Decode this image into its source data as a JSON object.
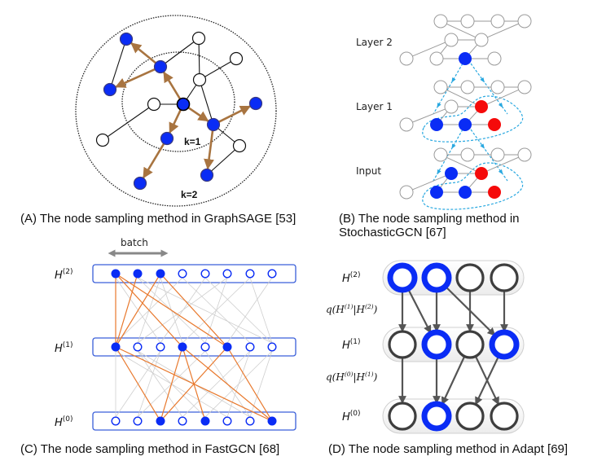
{
  "figure": {
    "panels": [
      {
        "id": "A",
        "caption": "(A) The node sampling method in GraphSAGE [53]",
        "hop_labels": [
          "k=1",
          "k=2"
        ],
        "nodes": [
          {
            "id": "a1",
            "sampled": true
          },
          {
            "id": "a2",
            "sampled": false
          },
          {
            "id": "a3",
            "sampled": false
          },
          {
            "id": "a4",
            "sampled": true
          },
          {
            "id": "a5",
            "sampled": false
          },
          {
            "id": "a6",
            "sampled": true
          },
          {
            "id": "a7",
            "sampled": false
          },
          {
            "id": "a8",
            "sampled": true,
            "target": true
          },
          {
            "id": "a9",
            "sampled": true
          },
          {
            "id": "a10",
            "sampled": true
          },
          {
            "id": "a11",
            "sampled": false
          },
          {
            "id": "a12",
            "sampled": true
          },
          {
            "id": "a13",
            "sampled": false
          },
          {
            "id": "a14",
            "sampled": true
          },
          {
            "id": "a15",
            "sampled": true
          }
        ],
        "edges": [
          [
            "a1",
            "a6"
          ],
          [
            "a4",
            "a2"
          ],
          [
            "a2",
            "a5"
          ],
          [
            "a5",
            "a3"
          ],
          [
            "a5",
            "a8"
          ],
          [
            "a5",
            "a10"
          ],
          [
            "a7",
            "a8"
          ],
          [
            "a7",
            "a11"
          ],
          [
            "a10",
            "a13"
          ],
          [
            "a13",
            "a14"
          ]
        ],
        "sampled_edges": [
          [
            "a8",
            "a4"
          ],
          [
            "a4",
            "a1"
          ],
          [
            "a4",
            "a6"
          ],
          [
            "a8",
            "a12"
          ],
          [
            "a12",
            "a15"
          ],
          [
            "a8",
            "a10"
          ],
          [
            "a10",
            "a9"
          ],
          [
            "a10",
            "a14"
          ]
        ]
      },
      {
        "id": "B",
        "caption_line1": "(B) The node sampling method in",
        "caption_line2": "StochasticGCN [67]",
        "layer_labels": [
          "Layer 2",
          "Layer 1",
          "Input"
        ],
        "layers": [
          {
            "name": "Layer 2",
            "nodes": {
              "b_top": [
                "none",
                "none",
                "none",
                "none"
              ],
              "b_mid": [
                "none",
                "none"
              ],
              "b_bot": [
                "none",
                "none",
                "target",
                "none"
              ]
            }
          },
          {
            "name": "Layer 1",
            "nodes": {
              "b_top": [
                "none",
                "none",
                "none",
                "none"
              ],
              "b_mid": [
                "none",
                "history"
              ],
              "b_bot": [
                "none",
                "sampled",
                "sampled",
                "history"
              ]
            }
          },
          {
            "name": "Input",
            "nodes": {
              "b_top": [
                "none",
                "none",
                "none",
                "none"
              ],
              "b_mid": [
                "sampled",
                "history"
              ],
              "b_bot": [
                "none",
                "sampled",
                "sampled",
                "history"
              ]
            }
          }
        ]
      },
      {
        "id": "C",
        "caption": "(C) The node sampling method in FastGCN [68]",
        "batch_label": "batch",
        "layer_labels": [
          {
            "base": "H",
            "sup": "(2)"
          },
          {
            "base": "H",
            "sup": "(1)"
          },
          {
            "base": "H",
            "sup": "(0)"
          }
        ],
        "layers": [
          {
            "name": "H(2)",
            "sampled": [
              1,
              1,
              1,
              0,
              0,
              0,
              0,
              0
            ]
          },
          {
            "name": "H(1)",
            "sampled": [
              1,
              0,
              0,
              1,
              0,
              1,
              0,
              0
            ]
          },
          {
            "name": "H(0)",
            "sampled": [
              0,
              0,
              1,
              0,
              1,
              0,
              0,
              1
            ]
          }
        ],
        "sampled_edges_2_1": [
          [
            0,
            0
          ],
          [
            0,
            3
          ],
          [
            0,
            5
          ],
          [
            1,
            0
          ],
          [
            2,
            0
          ],
          [
            2,
            5
          ]
        ],
        "sampled_edges_1_0": [
          [
            0,
            2
          ],
          [
            0,
            7
          ],
          [
            3,
            2
          ],
          [
            3,
            4
          ],
          [
            3,
            7
          ],
          [
            5,
            2
          ],
          [
            5,
            7
          ]
        ],
        "gray_edges_2_1": [
          [
            0,
            2
          ],
          [
            1,
            4
          ],
          [
            2,
            1
          ],
          [
            2,
            3
          ],
          [
            3,
            0
          ],
          [
            3,
            6
          ],
          [
            4,
            2
          ],
          [
            4,
            7
          ],
          [
            5,
            1
          ],
          [
            5,
            4
          ],
          [
            6,
            3
          ],
          [
            6,
            7
          ],
          [
            7,
            5
          ],
          [
            1,
            7
          ]
        ],
        "gray_edges_1_0": [
          [
            0,
            0
          ],
          [
            0,
            5
          ],
          [
            1,
            3
          ],
          [
            1,
            6
          ],
          [
            2,
            1
          ],
          [
            2,
            0
          ],
          [
            4,
            1
          ],
          [
            4,
            6
          ],
          [
            6,
            5
          ],
          [
            6,
            3
          ],
          [
            7,
            6
          ],
          [
            7,
            4
          ],
          [
            1,
            4
          ]
        ]
      },
      {
        "id": "D",
        "caption": "(D) The node sampling method in Adapt [69]",
        "layer_labels": [
          {
            "base": "H",
            "sup": "(2)"
          },
          {
            "base": "H",
            "sup": "(1)"
          },
          {
            "base": "H",
            "sup": "(0)"
          }
        ],
        "q_labels": [
          {
            "pre": "q(H",
            "sup1": "(1)",
            "mid": "|H",
            "sup2": "(2)",
            "post": ")"
          },
          {
            "pre": "q(H",
            "sup1": "(0)",
            "mid": "|H",
            "sup2": "(1)",
            "post": ")"
          }
        ],
        "layers": [
          {
            "name": "H(2)",
            "sampled": [
              1,
              1,
              0,
              0
            ]
          },
          {
            "name": "H(1)",
            "sampled": [
              0,
              1,
              0,
              1
            ]
          },
          {
            "name": "H(0)",
            "sampled": [
              0,
              1,
              0,
              0
            ]
          }
        ],
        "edges_2_1": [
          [
            0,
            0
          ],
          [
            0,
            1
          ],
          [
            1,
            1
          ],
          [
            1,
            3
          ],
          [
            2,
            2
          ],
          [
            3,
            3
          ]
        ],
        "edges_1_0": [
          [
            0,
            0
          ],
          [
            1,
            1
          ],
          [
            2,
            1
          ],
          [
            2,
            3
          ],
          [
            3,
            2
          ]
        ]
      }
    ],
    "colors": {
      "sampled_blue": "#0a2cf5",
      "history_red": "#f50a0a",
      "sampled_edge_brown": "#a87440",
      "fastgcn_edge_orange": "#e8782c",
      "dashed_cyan": "#29a8e0",
      "adapt_gray": "#555555",
      "box_blue": "#3a5fd9"
    }
  }
}
